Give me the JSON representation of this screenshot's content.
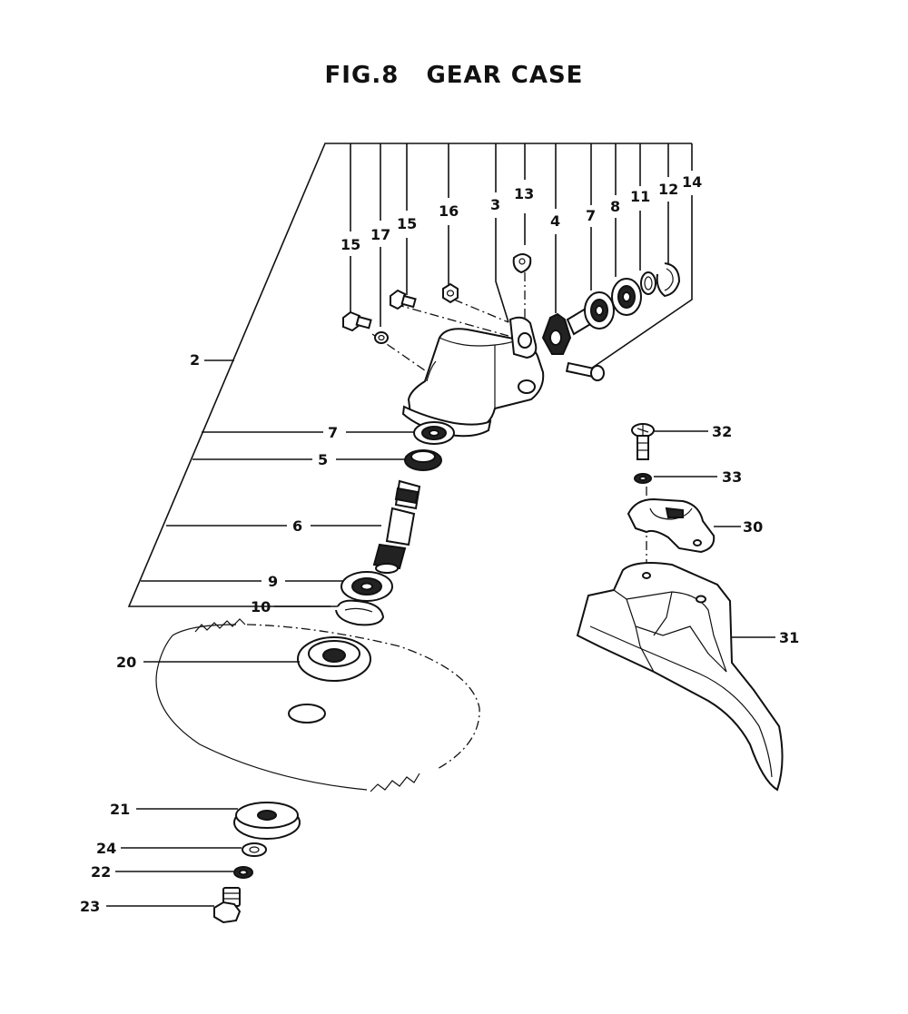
{
  "title": "FIG.8   GEAR CASE",
  "labels": {
    "l2": "2",
    "l15a": "15",
    "l17": "17",
    "l15b": "15",
    "l16": "16",
    "l3": "3",
    "l13": "13",
    "l4": "4",
    "l7a": "7",
    "l8": "8",
    "l11": "11",
    "l12": "12",
    "l14": "14",
    "l7b": "7",
    "l5": "5",
    "l6": "6",
    "l9": "9",
    "l10": "10",
    "l20": "20",
    "l21": "21",
    "l24": "24",
    "l22": "22",
    "l23": "23",
    "l32": "32",
    "l33": "33",
    "l30": "30",
    "l31": "31"
  }
}
